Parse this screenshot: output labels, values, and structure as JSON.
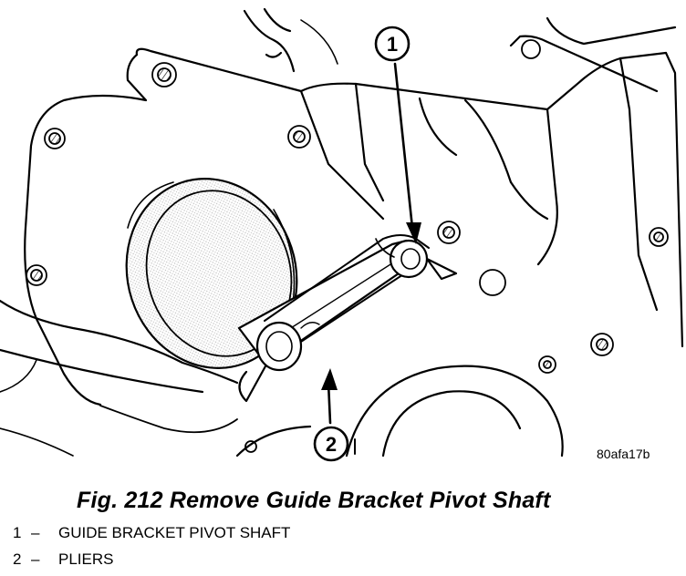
{
  "figure": {
    "caption": "Fig. 212 Remove Guide Bracket Pivot Shaft",
    "id_code": "80afa17b",
    "callouts": [
      {
        "number": "1",
        "label": "GUIDE BRACKET PIVOT SHAFT"
      },
      {
        "number": "2",
        "label": "PLIERS"
      }
    ],
    "legend_separator": "–"
  },
  "colors": {
    "ink": "#000000",
    "paper": "#ffffff",
    "shade": "#777777"
  }
}
